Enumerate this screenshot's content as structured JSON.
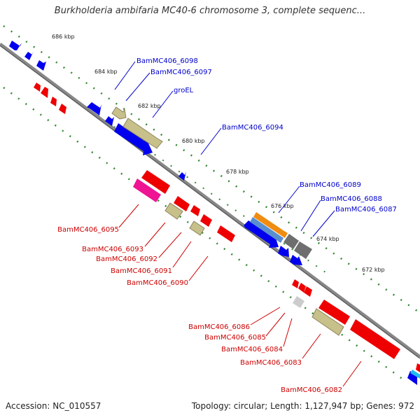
{
  "title": "Burkholderia ambifaria MC40-6 chromosome 3, complete sequenc...",
  "footer": {
    "accession": "Accession: NC_010557",
    "summary": "Topology: circular; Length: 1,127,947 bp; Genes: 972"
  },
  "colors": {
    "forward_label": "#0000cc",
    "reverse_label": "#cc0000",
    "tick_dots": "#338833",
    "backbone": "#888888"
  },
  "ticks": [
    "686 kbp",
    "684 kbp",
    "682 kbp",
    "680 kbp",
    "678 kbp",
    "676 kbp",
    "674 kbp",
    "672 kbp"
  ],
  "forward_gene_labels": [
    "BamMC406_6098",
    "BamMC406_6097",
    "groEL",
    "BamMC406_6094",
    "BamMC406_6089",
    "BamMC406_6088",
    "BamMC406_6087"
  ],
  "reverse_gene_labels": [
    "BamMC406_6095",
    "BamMC406_6093",
    "BamMC406_6092",
    "BamMC406_6091",
    "BamMC406_6090",
    "BamMC406_6086",
    "BamMC406_6085",
    "BamMC406_6084",
    "BamMC406_6083",
    "BamMC406_6082"
  ]
}
